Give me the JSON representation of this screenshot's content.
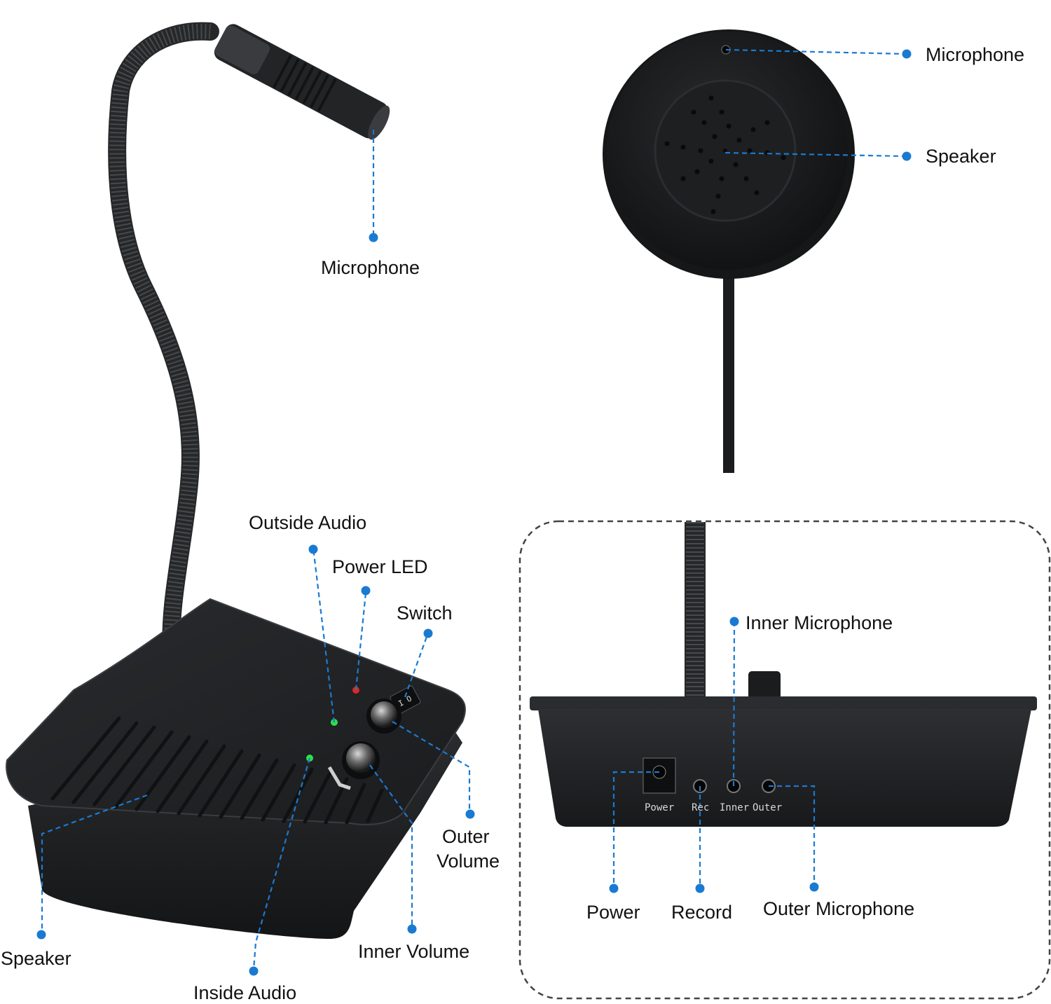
{
  "colors": {
    "leader": "#1a7ad1",
    "device": "#1d1e20",
    "device_edge": "#3a3c40",
    "led_green": "#2ee04a",
    "led_red": "#e0261d",
    "dashed_frame": "#444444"
  },
  "callouts": {
    "gooseneck_microphone": "Microphone",
    "outside_audio": "Outside Audio",
    "power_led": "Power LED",
    "switch": "Switch",
    "outer_volume_line1": "Outer",
    "outer_volume_line2": "Volume",
    "inner_volume": "Inner Volume",
    "speaker": "Speaker",
    "inside_audio": "Inside Audio"
  },
  "external_unit": {
    "microphone": "Microphone",
    "speaker": "Speaker"
  },
  "rear_panel": {
    "inner_microphone": "Inner Microphone",
    "power": "Power",
    "record": "Record",
    "outer_microphone": "Outer Microphone",
    "port_labels": [
      "Power",
      "Rec",
      "Inner",
      "Outer"
    ]
  }
}
